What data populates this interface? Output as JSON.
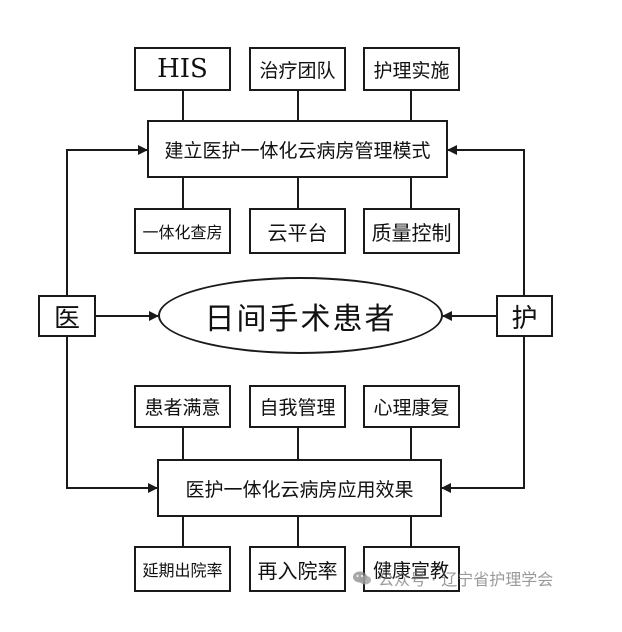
{
  "nodes": {
    "his": "HIS",
    "treatment_team": "治疗团队",
    "nursing_implementation": "护理实施",
    "model": "建立医护一体化云病房管理模式",
    "integrated_rounds": "一体化查房",
    "cloud_platform": "云平台",
    "quality_control": "质量控制",
    "doctor": "医",
    "patient": "日间手术患者",
    "nurse": "护",
    "satisfaction": "患者满意",
    "self_management": "自我管理",
    "psychological_recovery": "心理康复",
    "effect": "医护一体化云病房应用效果",
    "delayed_discharge": "延期出院率",
    "readmission": "再入院率",
    "health_education": "健康宣教"
  },
  "watermark": {
    "icon": "wechat-icon",
    "text": "公众号 · 辽宁省护理学会"
  },
  "colors": {
    "stroke": "#1a1a1a",
    "background": "#ffffff"
  }
}
